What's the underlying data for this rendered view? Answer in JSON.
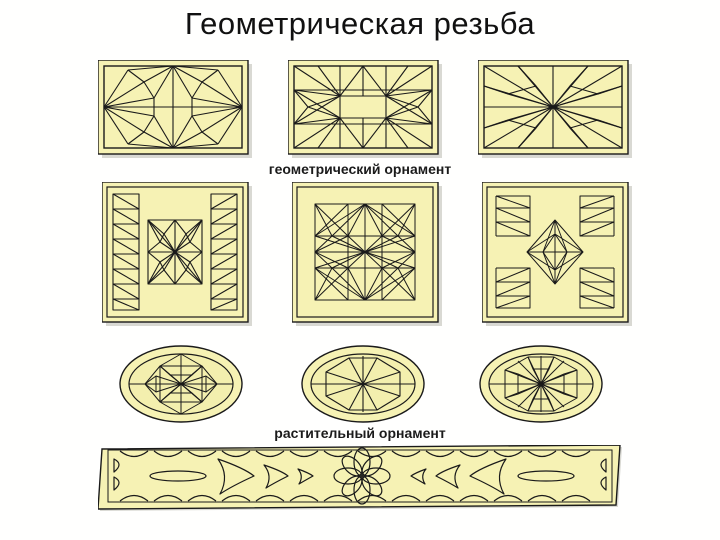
{
  "slide": {
    "title": "Геометрическая резьба",
    "background_color": "#ffffff",
    "text_color": "#111111"
  },
  "captions": {
    "geometric": "геометрический орнамент",
    "floral": "растительный орнамент"
  },
  "palette": {
    "wood_fill": "#f6f2b4",
    "wood_fill_alt": "#f3efae",
    "ink": "#1a1a1a",
    "shadow": "#d9d9d3",
    "title": "#111111"
  },
  "rows": [
    {
      "name": "row-geometric-rectangles",
      "shape": "rectangle",
      "panels": [
        {
          "id": "panel-1",
          "motif": "radiating-triangles-rectangle",
          "description": "Прямоугольная доска с лучевыми треугольниками от четырёх центров"
        },
        {
          "id": "panel-2",
          "motif": "central-rectangle-star",
          "description": "Прямоугольная доска с центральным прямоугольником и звёздами по углам"
        },
        {
          "id": "panel-3",
          "motif": "central-starburst",
          "description": "Прямоугольная доска с центральной розеткой-сиянием"
        }
      ]
    },
    {
      "name": "row-geometric-squares",
      "shape": "square",
      "panels": [
        {
          "id": "panel-4",
          "motif": "zigzag-borders-with-rosette",
          "description": "Квадрат с боковыми зигзагами и центральной розеткой"
        },
        {
          "id": "panel-5",
          "motif": "grid-triangle-star",
          "description": "Квадрат с сеткой треугольных сияний"
        },
        {
          "id": "panel-6",
          "motif": "corner-triangles-with-rhombus",
          "description": "Квадрат с угловыми треугольниками и центральным ромбом"
        }
      ]
    },
    {
      "name": "row-geometric-ovals",
      "shape": "oval",
      "panels": [
        {
          "id": "oval-1",
          "motif": "faceted-hexagon-rosette",
          "description": "Овал с гранёной шестиугольной розеткой"
        },
        {
          "id": "oval-2",
          "motif": "octagon-spokes",
          "description": "Овал с восьмиугольником и лучами"
        },
        {
          "id": "oval-3",
          "motif": "twelve-petal-rosette",
          "description": "Овал с двенадцатилепестковой розеткой"
        }
      ]
    },
    {
      "name": "row-floral-strip",
      "shape": "strip",
      "panels": [
        {
          "id": "strip-1",
          "motif": "floral-frieze",
          "description": "Горизонтальный фриз с лепестковым цветком, листьями и городчатой каймой"
        }
      ]
    }
  ]
}
